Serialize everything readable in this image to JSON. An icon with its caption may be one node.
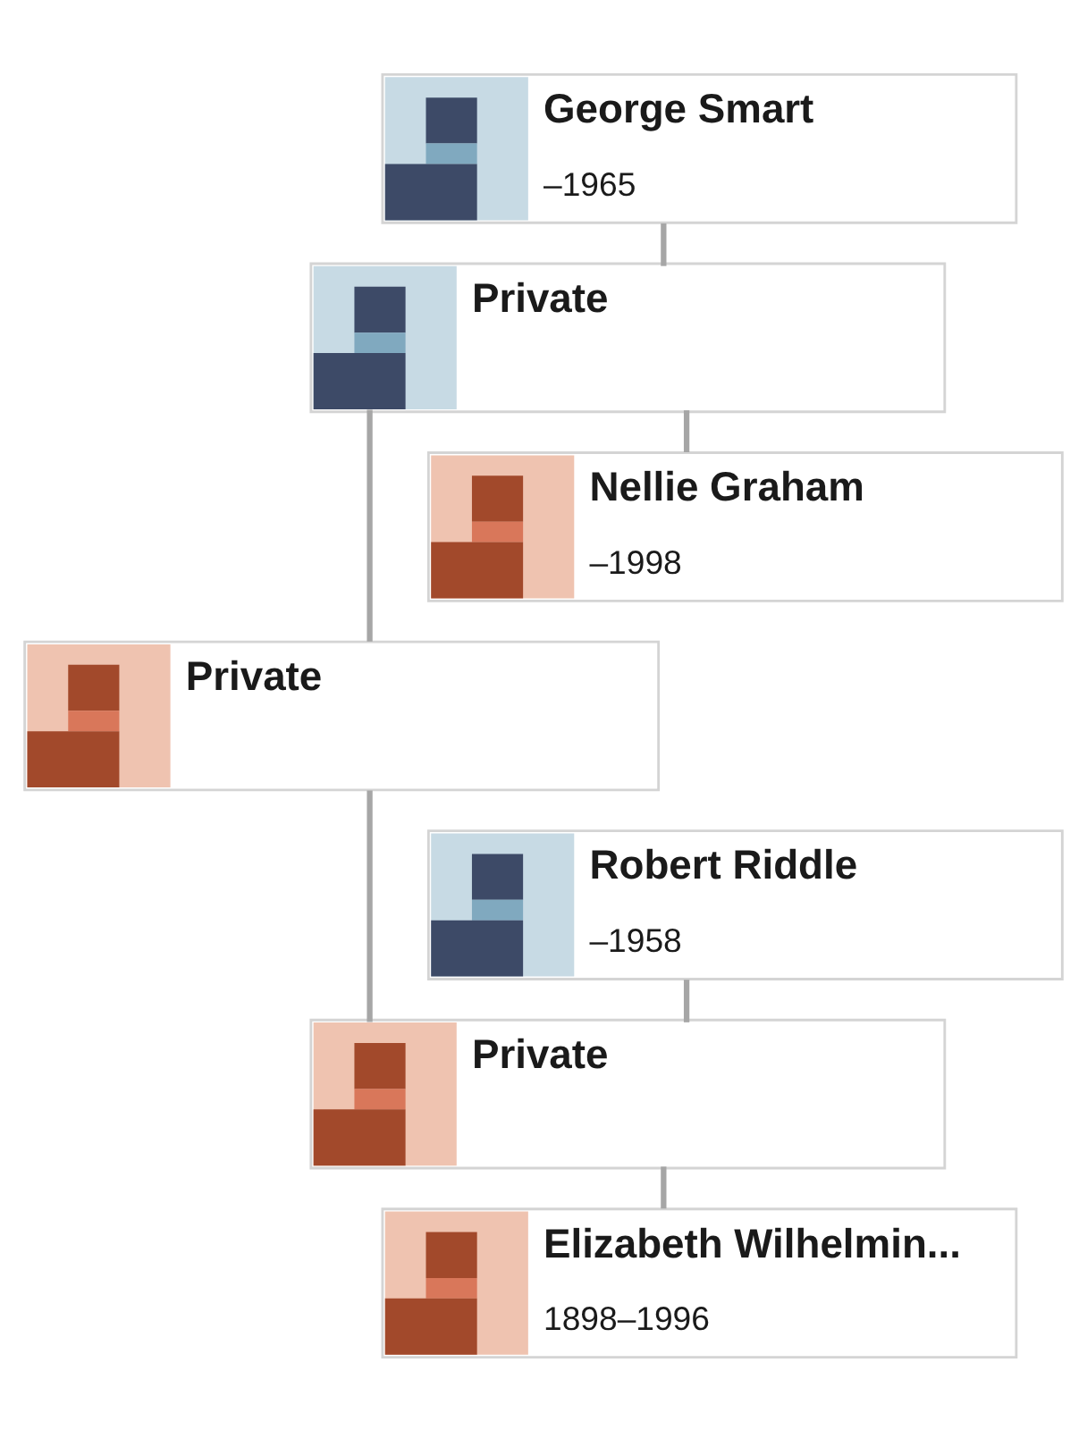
{
  "diagram": {
    "nodes": [
      {
        "text": [
          "George Smart",
          "–1965"
        ]
      },
      {
        "text": [
          "Private"
        ]
      },
      {
        "text": [
          "Nellie Graham",
          "–1998"
        ]
      },
      {
        "text": [
          "Private"
        ]
      },
      {
        "text": [
          "Robert Riddle",
          "–1958"
        ]
      },
      {
        "text": [
          "Private"
        ]
      },
      {
        "text": [
          "Elizabeth Wilhelmin...",
          "1898–1996"
        ]
      }
    ],
    "edges": [
      {
        "from": 0,
        "to": 1,
        "arrow": "none"
      },
      {
        "from": 1,
        "to": 2,
        "arrow": "none"
      },
      {
        "from": 1,
        "to": 3,
        "arrow": "none"
      },
      {
        "from": 3,
        "to": 5,
        "arrow": "none"
      },
      {
        "from": 4,
        "to": 5,
        "arrow": "none"
      },
      {
        "from": 5,
        "to": 6,
        "arrow": "none"
      }
    ]
  }
}
